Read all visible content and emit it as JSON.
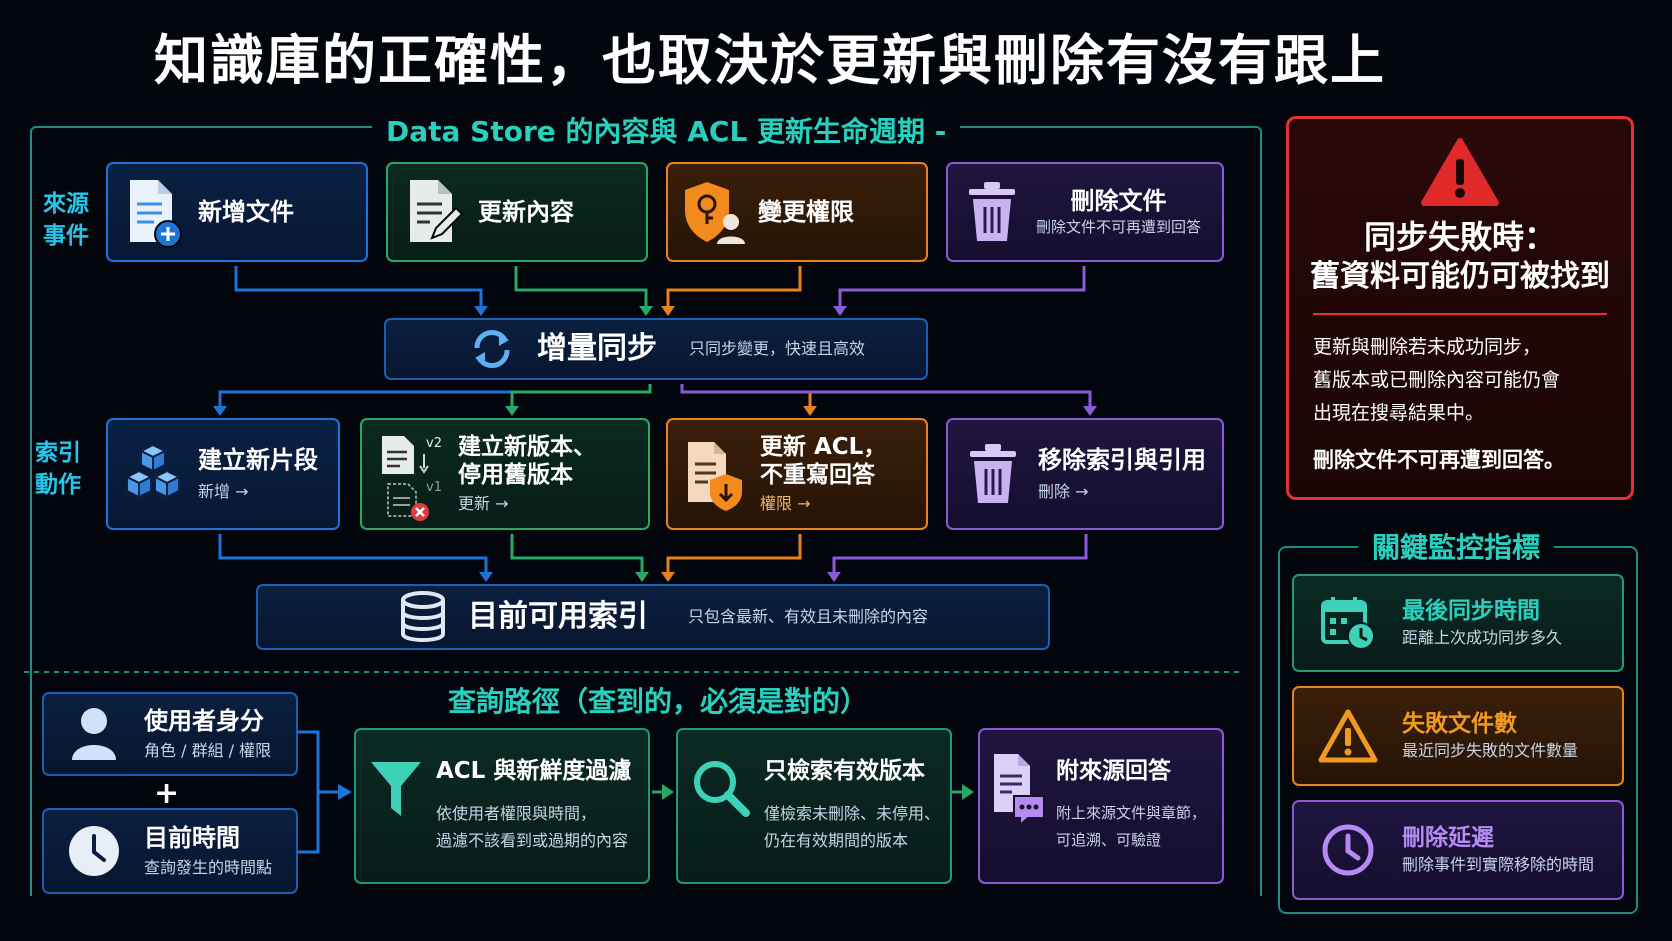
{
  "title": "知識庫的正確性，也取決於更新與刪除有沒有跟上",
  "lifecycle": {
    "title": "Data Store 的內容與 ACL 更新生命週期 -",
    "source_label": "來源\n事件",
    "source_events": [
      {
        "title": "新增文件",
        "sub": "",
        "icon": "new-file-icon"
      },
      {
        "title": "更新內容",
        "sub": "",
        "icon": "edit-file-icon"
      },
      {
        "title": "變更權限",
        "sub": "",
        "icon": "shield-user-icon"
      },
      {
        "title": "刪除文件",
        "sub": "刪除文件不可再遭到回答",
        "icon": "trash-icon"
      }
    ],
    "sync": {
      "title": "增量同步",
      "sub": "只同步變更，快速且高效",
      "icon": "sync-icon"
    },
    "index_label": "索引\n動作",
    "index_actions": [
      {
        "title": "建立新片段",
        "sub": "新增 →",
        "icon": "blocks-icon"
      },
      {
        "title": "建立新版本、\n停用舊版本",
        "sub": "更新 →",
        "icon": "versions-icon",
        "v2": "v2",
        "v1": "v1"
      },
      {
        "title": "更新 ACL，\n不重寫回答",
        "sub": "權限 →",
        "icon": "doc-shield-icon"
      },
      {
        "title": "移除索引與引用",
        "sub": "刪除 →",
        "icon": "trash-icon"
      }
    ],
    "current_index": {
      "title": "目前可用索引",
      "sub": "只包含最新、有效且未刪除的內容",
      "icon": "database-icon"
    }
  },
  "query": {
    "title": "查詢路徑（查到的，必須是對的）",
    "identity": {
      "title": "使用者身分",
      "sub": "角色 / 群組 / 權限",
      "icon": "user-icon"
    },
    "plus": "+",
    "time": {
      "title": "目前時間",
      "sub": "查詢發生的時間點",
      "icon": "clock-icon"
    },
    "steps": [
      {
        "title": "ACL 與新鮮度過濾",
        "sub": "依使用者權限與時間，\n過濾不該看到或過期的內容",
        "icon": "filter-icon"
      },
      {
        "title": "只檢索有效版本",
        "sub": "僅檢索未刪除、未停用、\n仍在有效期間的版本",
        "icon": "search-icon"
      },
      {
        "title": "附來源回答",
        "sub": "附上來源文件與章節，\n可追溯、可驗證",
        "icon": "doc-chat-icon"
      }
    ]
  },
  "warning": {
    "icon": "warning-icon",
    "title_line1": "同步失敗時：",
    "title_line2": "舊資料可能仍可被找到",
    "body": "更新與刪除若未成功同步，\n舊版本或已刪除內容可能仍會\n出現在搜尋結果中。",
    "emphasis": "刪除文件不可再遭到回答。"
  },
  "monitor": {
    "title": "關鍵監控指標",
    "items": [
      {
        "title": "最後同步時間",
        "sub": "距離上次成功同步多久",
        "icon": "calendar-clock-icon",
        "color": "#27d0bf"
      },
      {
        "title": "失敗文件數",
        "sub": "最近同步失敗的文件數量",
        "icon": "warning-icon",
        "color": "#f29a1f"
      },
      {
        "title": "刪除延遲",
        "sub": "刪除事件到實際移除的時間",
        "icon": "clock-icon",
        "color": "#b58af2"
      }
    ]
  },
  "colors": {
    "blue": "#1b74d6",
    "green": "#2aa866",
    "orange": "#e8821c",
    "purple": "#8a5ad9",
    "teal": "#27d0bf",
    "red": "#e03434"
  }
}
